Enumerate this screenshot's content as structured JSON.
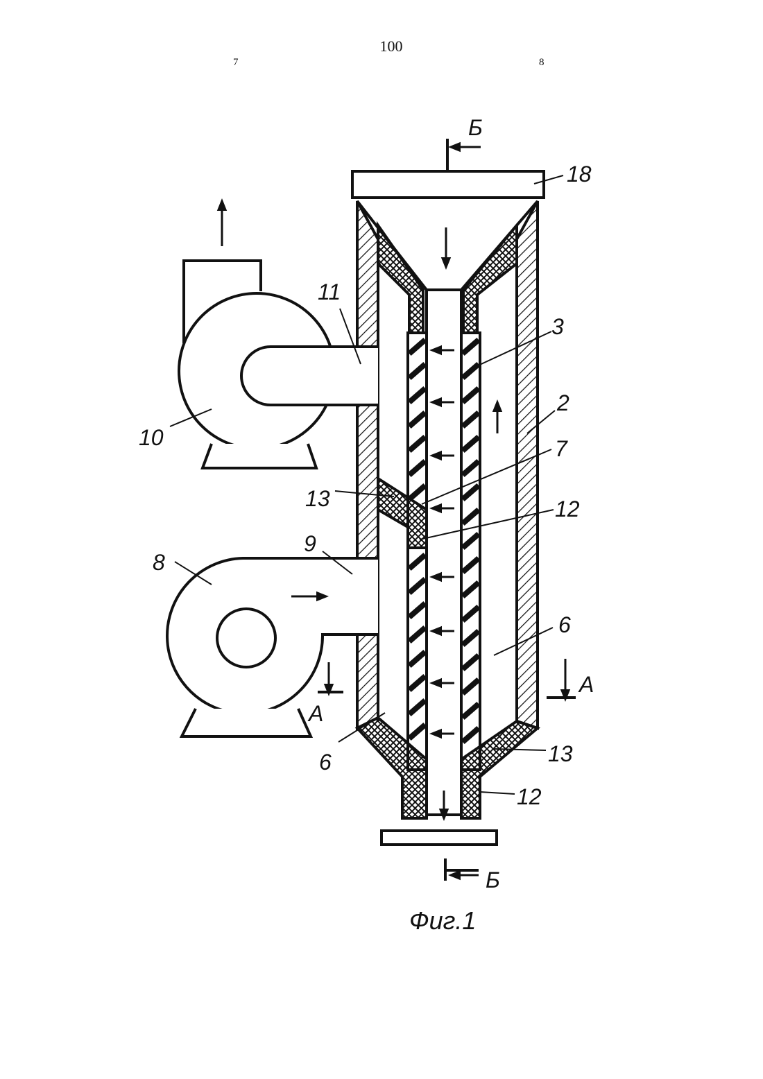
{
  "header": {
    "page_number": "100",
    "column_left": "7",
    "column_right": "8"
  },
  "figure": {
    "caption": "Фиг.1",
    "labels": {
      "l18": "18",
      "l11": "11",
      "l3": "3",
      "l2": "2",
      "l10": "10",
      "l7": "7",
      "l13a": "13",
      "l12a": "12",
      "l9": "9",
      "l8": "8",
      "l6a": "6",
      "l6b": "6",
      "l13b": "13",
      "l12b": "12",
      "lA1": "A",
      "lA2": "A",
      "lB1": "Б",
      "lB2": "Б"
    }
  }
}
